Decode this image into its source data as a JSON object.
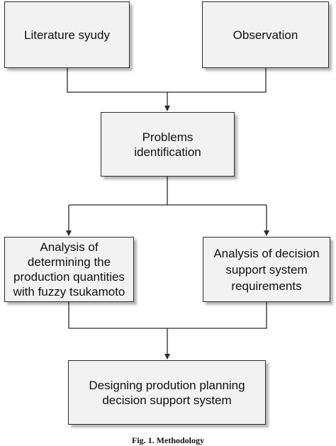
{
  "boxes": {
    "literature": "Literature syudy",
    "observation": "Observation",
    "problems": "Problems\nidentification",
    "analysis_quantities": "Analysis of\ndetermining the\nproduction quantities\nwith fuzzy tsukamoto",
    "analysis_requirements": "Analysis of decision\nsupport system\nrequirements",
    "designing": "Designing prodution planning\ndecision support system"
  },
  "caption": "Fig. 1. Methodology",
  "colors": {
    "box_fill": "#f2f2f2",
    "box_border": "#2b2b2b",
    "connector": "#2b2b2b"
  }
}
